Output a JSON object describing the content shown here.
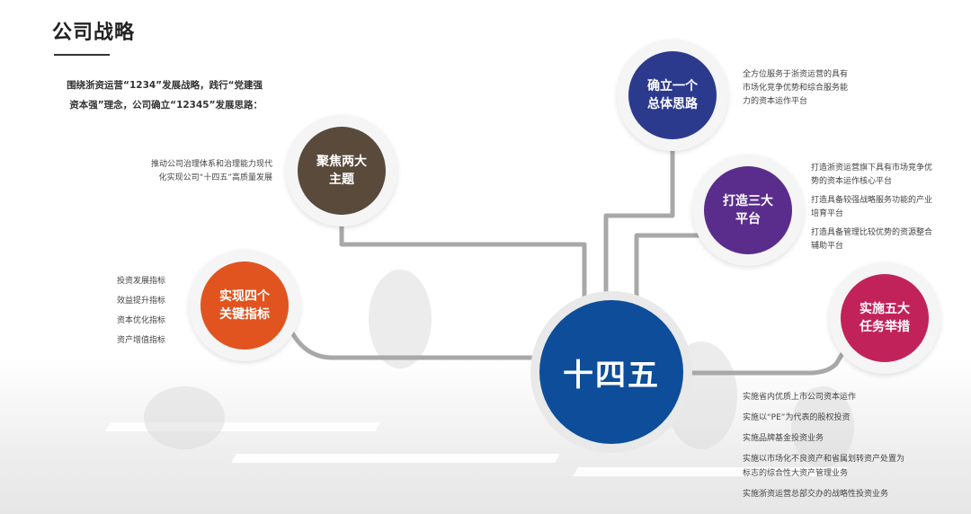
{
  "page_title": "公司战略",
  "intro_lines": [
    "围绕浙资运营“1234”发展战略，践行“党建强",
    "资本强”理念，公司确立“12345”发展思路："
  ],
  "center": {
    "label": "十四五",
    "color": "#0d4d9a"
  },
  "nodes": {
    "one": {
      "lines": [
        "确立一个",
        "总体思路"
      ],
      "color": "#2c3a8e",
      "items": [
        "全方位服务于浙资运营的具有",
        "市场化竞争优势和综合服务能",
        "力的资本运作平台"
      ]
    },
    "two": {
      "lines": [
        "聚焦两大",
        "主题"
      ],
      "color": "#5a4a3c",
      "items": [
        "推动公司治理体系和治理能力现代",
        "化实现公司“十四五”高质量发展"
      ]
    },
    "three": {
      "lines": [
        "打造三大",
        "平台"
      ],
      "color": "#5a2d8c",
      "items": [
        "打造浙资运营旗下具有市场竞争优",
        "势的资本运作核心平台",
        "打造具备较强战略服务功能的产业",
        "培育平台",
        "打造具备管理比较优势的资源整合",
        "辅助平台"
      ]
    },
    "four": {
      "lines": [
        "实现四个",
        "关键指标"
      ],
      "color": "#e1541f",
      "items": [
        "投资发展指标",
        "效益提升指标",
        "资本优化指标",
        "资产增值指标"
      ]
    },
    "five": {
      "lines": [
        "实施五大",
        "任务举措"
      ],
      "color": "#c2225a",
      "items": [
        "实施省内优质上市公司资本运作",
        "实施以“PE”为代表的股权投资",
        "实施品牌基金投资业务",
        "实施以市场化不良资产和省属划转资产处置为",
        "标志的综合性大资产管理业务",
        "实施浙资运营总部交办的战略性投资业务"
      ]
    }
  }
}
